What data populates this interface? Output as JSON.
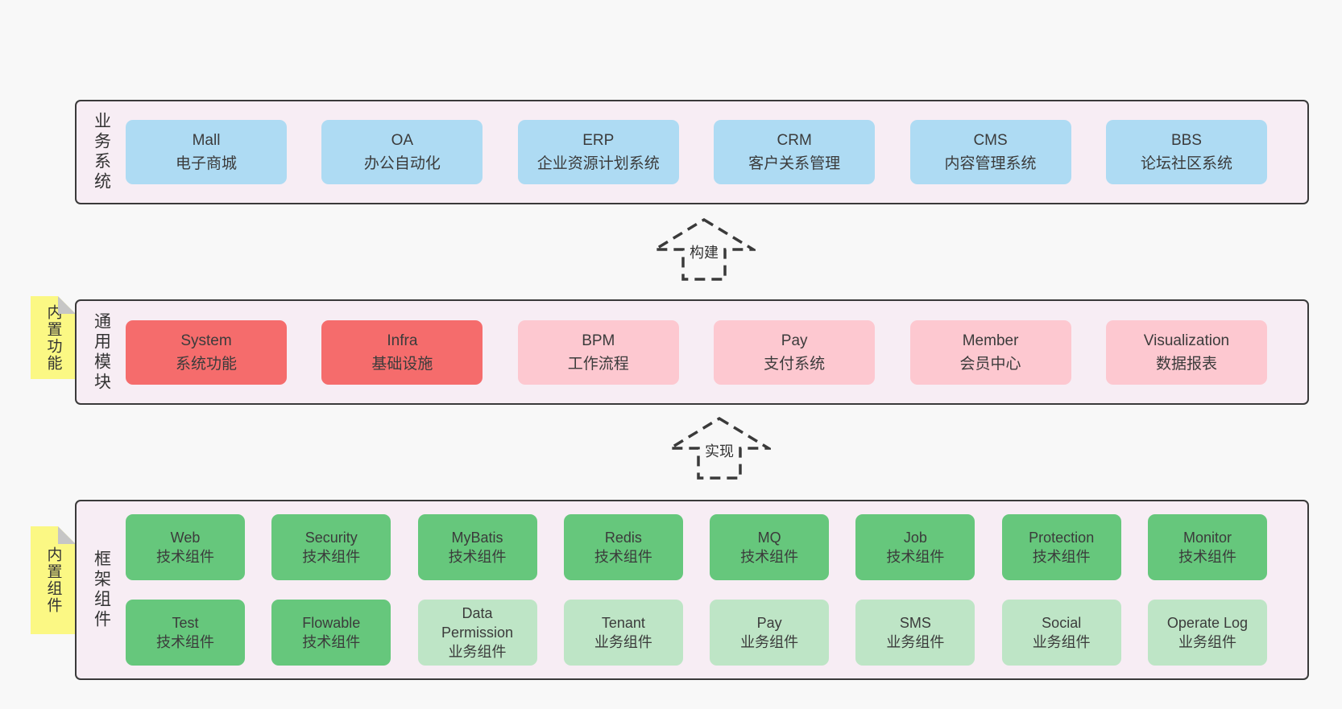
{
  "diagram": {
    "bands": [
      {
        "label": "业务系统",
        "boxes": [
          {
            "name": "Mall",
            "subtitle": "电子商城"
          },
          {
            "name": "OA",
            "subtitle": "办公自动化"
          },
          {
            "name": "ERP",
            "subtitle": "企业资源计划系统"
          },
          {
            "name": "CRM",
            "subtitle": "客户关系管理"
          },
          {
            "name": "CMS",
            "subtitle": "内容管理系统"
          },
          {
            "name": "BBS",
            "subtitle": "论坛社区系统"
          }
        ]
      },
      {
        "label": "通用模块",
        "sticky": "内置功能",
        "boxes": [
          {
            "name": "System",
            "subtitle": "系统功能"
          },
          {
            "name": "Infra",
            "subtitle": "基础设施"
          },
          {
            "name": "BPM",
            "subtitle": "工作流程"
          },
          {
            "name": "Pay",
            "subtitle": "支付系统"
          },
          {
            "name": "Member",
            "subtitle": "会员中心"
          },
          {
            "name": "Visualization",
            "subtitle": "数据报表"
          }
        ]
      },
      {
        "label": "框架组件",
        "sticky": "内置组件",
        "rows": [
          [
            {
              "name": "Web",
              "subtitle": "技术组件"
            },
            {
              "name": "Security",
              "subtitle": "技术组件"
            },
            {
              "name": "MyBatis",
              "subtitle": "技术组件"
            },
            {
              "name": "Redis",
              "subtitle": "技术组件"
            },
            {
              "name": "MQ",
              "subtitle": "技术组件"
            },
            {
              "name": "Job",
              "subtitle": "技术组件"
            },
            {
              "name": "Protection",
              "subtitle": "技术组件"
            },
            {
              "name": "Monitor",
              "subtitle": "技术组件"
            }
          ],
          [
            {
              "name": "Test",
              "subtitle": "技术组件"
            },
            {
              "name": "Flowable",
              "subtitle": "技术组件"
            },
            {
              "name": "Data Permission",
              "subtitle": "业务组件"
            },
            {
              "name": "Tenant",
              "subtitle": "业务组件"
            },
            {
              "name": "Pay",
              "subtitle": "业务组件"
            },
            {
              "name": "SMS",
              "subtitle": "业务组件"
            },
            {
              "name": "Social",
              "subtitle": "业务组件"
            },
            {
              "name": "Operate Log",
              "subtitle": "业务组件"
            }
          ]
        ]
      }
    ],
    "arrows": [
      {
        "label": "构建"
      },
      {
        "label": "实现"
      }
    ],
    "colors": {
      "page_bg": "#f8f8f8",
      "band_bg": "#f7edf4",
      "line": "#3a3a3a",
      "text": "#3b3b3b",
      "blue": "#aedbf3",
      "red": "#f56c6c",
      "pink": "#fdc8d0",
      "green_dark": "#66c77c",
      "green_light": "#bee5c6",
      "sticky_yellow": "#fbf884",
      "fold_gray": "#c6c6c6"
    }
  }
}
